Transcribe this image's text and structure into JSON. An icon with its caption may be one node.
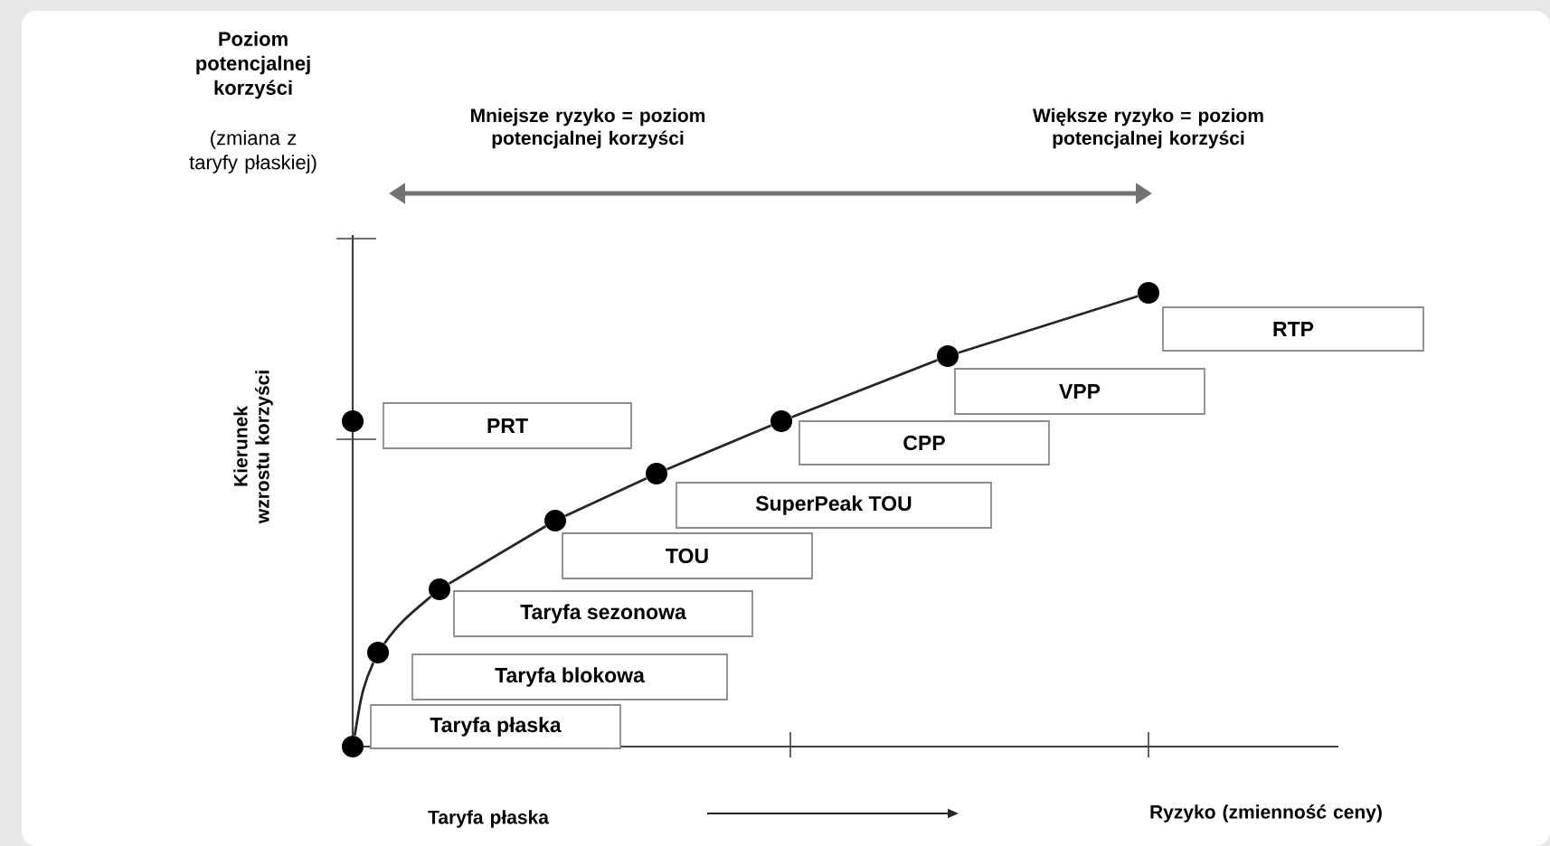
{
  "diagram": {
    "nodes": [
      {
        "text": [],
        "shape": "circle"
      },
      {
        "text": [],
        "shape": "circle"
      },
      {
        "text": [],
        "shape": "circle"
      },
      {
        "text": [],
        "shape": "circle"
      },
      {
        "text": [],
        "shape": "circle"
      },
      {
        "text": [],
        "shape": "circle"
      },
      {
        "text": [],
        "shape": "circle"
      },
      {
        "text": [],
        "shape": "circle"
      },
      {
        "text": [],
        "shape": "circle"
      },
      {
        "text": [
          "RTP"
        ]
      },
      {
        "text": [
          "VPP"
        ]
      },
      {
        "text": [
          "PRT"
        ]
      },
      {
        "text": [
          "CPP"
        ]
      },
      {
        "text": [
          "SuperPeak TOU"
        ]
      },
      {
        "text": [
          "TOU"
        ]
      },
      {
        "text": [
          "Taryfa sezonowa"
        ]
      },
      {
        "text": [
          "Taryfa blokowa"
        ]
      },
      {
        "text": [
          "Taryfa płaska"
        ]
      }
    ],
    "edges": [
      {
        "from": 0,
        "to": 1,
        "arrow": "none"
      },
      {
        "from": 1,
        "to": 2,
        "arrow": "none"
      },
      {
        "from": 2,
        "to": 3,
        "arrow": "none"
      },
      {
        "from": 3,
        "to": 4,
        "arrow": "none"
      },
      {
        "from": 4,
        "to": 5,
        "arrow": "none"
      },
      {
        "from": 5,
        "to": 6,
        "arrow": "none"
      },
      {
        "from": 6,
        "to": 7,
        "arrow": "none"
      }
    ],
    "labels": [
      "Poziom potencjalnej korzyści",
      "(zmiana z taryfy płaskiej)",
      "Mniejsze ryzyko = poziom potencjalnej korzyści",
      "Większe ryzyko = poziom potencjalnej korzyści",
      "Kierunek wzrostu korzyści",
      "Taryfa płaska",
      "Ryzyko (zmienność ceny)"
    ]
  }
}
